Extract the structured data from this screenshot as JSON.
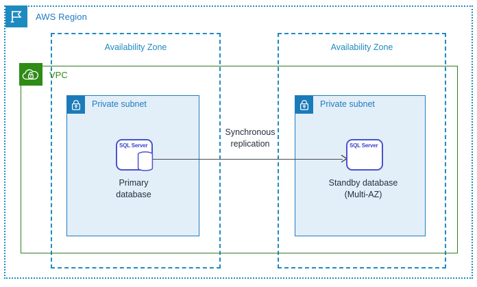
{
  "region": {
    "label": "AWS Region",
    "icon": "aws-region-flag-icon",
    "border_color": "#1f8ac0",
    "label_color": "#1f7bbf"
  },
  "availability_zones": [
    {
      "label": "Availability Zone",
      "side": "left"
    },
    {
      "label": "Availability Zone",
      "side": "right"
    }
  ],
  "vpc": {
    "label": "VPC",
    "icon": "vpc-cloud-lock-icon",
    "border_color": "#2e7d1e",
    "label_color": "#2e8b16"
  },
  "subnets": [
    {
      "label": "Private subnet",
      "icon": "lock-icon",
      "side": "left"
    },
    {
      "label": "Private subnet",
      "icon": "lock-icon",
      "side": "right"
    }
  ],
  "nodes": [
    {
      "icon_text": "SQL Server",
      "caption_line1": "Primary",
      "caption_line2": "database",
      "has_database_cylinder": true,
      "color": "#4a52cf"
    },
    {
      "icon_text": "SQL Server",
      "caption_line1": "Standby database",
      "caption_line2": "(Multi-AZ)",
      "has_database_cylinder": false,
      "color": "#4a52cf"
    }
  ],
  "connection": {
    "label_line1": "Synchronous",
    "label_line2": "replication",
    "direction": "left-to-right",
    "line_color": "#46494d"
  }
}
